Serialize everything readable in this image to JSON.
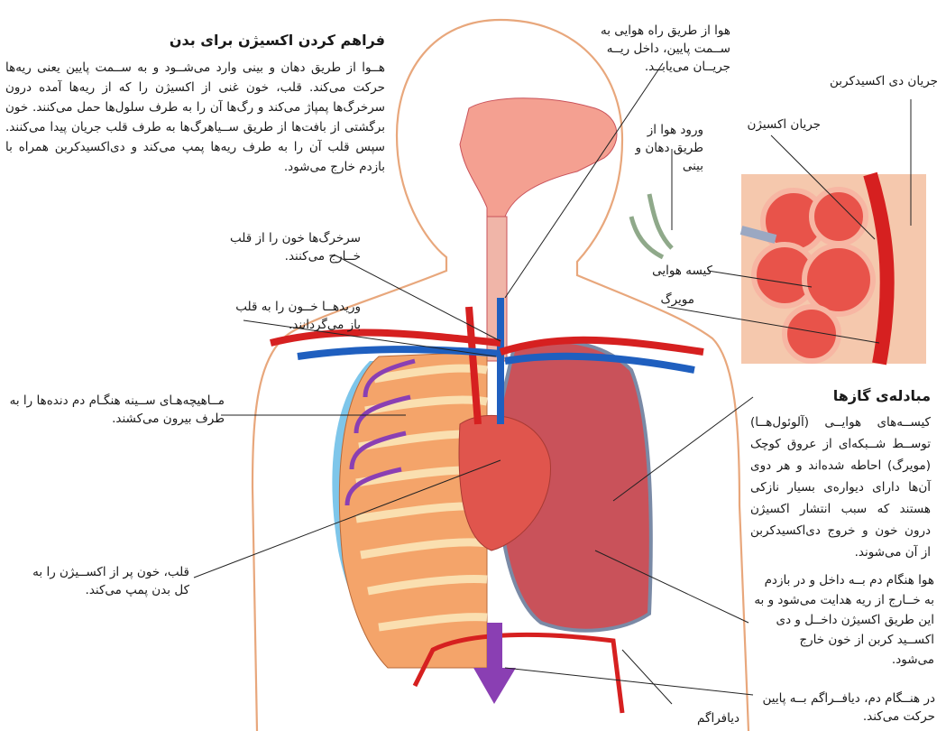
{
  "intro": {
    "title": "فراهم کردن اکسیژن برای بدن",
    "body": "هــوا از طریق دهان و بینی وارد می‌شــود و به ســمت پایین یعنی ریه‌ها حرکت می‌کند. قلب، خون غنی از اکسیژن را که از ریه‌ها آمده درون سرخرگ‌ها پمپاژ می‌کند و رگ‌ها آن را به طرف سلول‌ها حمل می‌کنند. خون برگشتی از بافت‌ها از طریق ســیاهرگ‌ها به طرف قلب جریان پیدا می‌کنند. سپس قلب آن را به طرف ریه‌ها پمپ می‌کند و دی‌اکسیدکربن همراه با بازدم خارج می‌شود."
  },
  "exchange": {
    "title": "مبادله‌ی گازها",
    "body": "کیســه‌های هوایــی (آلوئول‌هــا) توســط شــبکه‌ای از عروق کوچک (مویرگ) احاطه شده‌اند و هر دوی آن‌ها دارای دیواره‌ی بسیار نازکی هستند که سبب انتشار اکسیژن درون خون و خروج دی‌اکسیدکربن از آن می‌شوند."
  },
  "labels": {
    "airway": "هوا از طریق راه هوایی به ســمت پایین، داخل ریــه جریــان می‌یابــد.",
    "co2_flow": "جریان دی اکسیدکربن",
    "o2_flow": "جریان اکسیژن",
    "air_in": "ورود هوا از طریق دهان و بینی",
    "alveolus": "کیسه هوایی",
    "capillary": "مویرگ",
    "arteries": "سرخرگ‌ها خون را از قلب خــارج می‌کنند.",
    "veins": "وریدهــا خــون را به قلب باز می‌گردانند.",
    "chest_muscles": "مــاهیچه‌هـای ســینه هنگـام دم دنده‌ها را به طرف بیرون می‌کشند.",
    "heart": "قلب، خون پر از اکســیژن را به کل بدن پمپ می‌کند.",
    "breathing": "هوا هنگام دم بــه داخل و در بازدم به خــارج از ریه هدایت می‌شود و به این طریق اکسیژن داخــل و دی اکســید کربن از خون خارج می‌شود.",
    "diaphragm_move": "در هنــگام دم، دیافــراگم بــه پایین حرکت می‌کند.",
    "diaphragm": "دیافراگم"
  },
  "colors": {
    "body_outline": "#e8a77c",
    "artery": "#d62020",
    "vein": "#1f5fbf",
    "lung": "#c9525a",
    "ribs": "#f4a46a",
    "pleura": "#7ec6ea",
    "arrow_purple": "#8a3fb3",
    "arrow_gray": "#8fa98a"
  }
}
